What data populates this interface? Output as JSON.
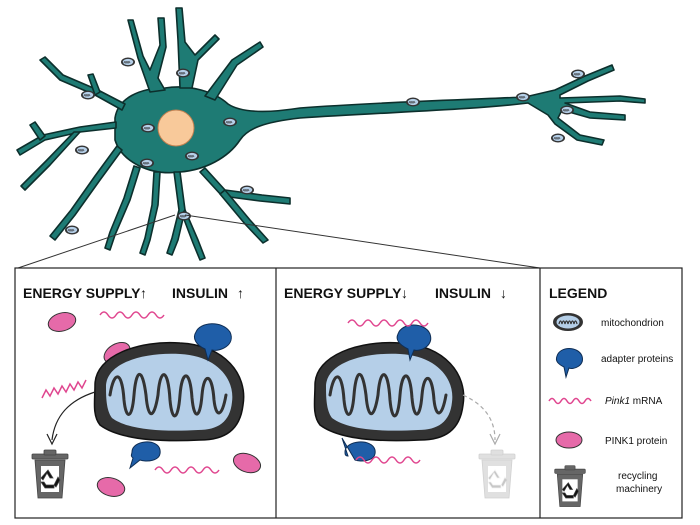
{
  "panels": {
    "left": {
      "energy_label": "ENERGY SUPPLY",
      "energy_arrow": "↑",
      "insulin_label": "INSULIN",
      "insulin_arrow": "↑"
    },
    "middle": {
      "energy_label": "ENERGY SUPPLY",
      "energy_arrow": "↓",
      "insulin_label": "INSULIN",
      "insulin_arrow": "↓"
    }
  },
  "legend": {
    "title": "LEGEND",
    "items": [
      {
        "id": "mitochondrion",
        "label": "mitochondrion"
      },
      {
        "id": "adapter",
        "label": "adapter proteins"
      },
      {
        "id": "mrna",
        "label_italic": "Pink1",
        "label_rest": " mRNA"
      },
      {
        "id": "pink1",
        "label": "PINK1 protein"
      },
      {
        "id": "recycling",
        "label_line1": "recycling",
        "label_line2": "machinery"
      }
    ]
  },
  "colors": {
    "neuron": "#1e7b74",
    "nucleus": "#f8c99a",
    "mito_outer": "#333333",
    "mito_inner": "#b5cfe8",
    "adapter": "#1f5ea8",
    "pink": "#e66aa9",
    "mrna": "#e0468f",
    "bin": "#666666"
  }
}
